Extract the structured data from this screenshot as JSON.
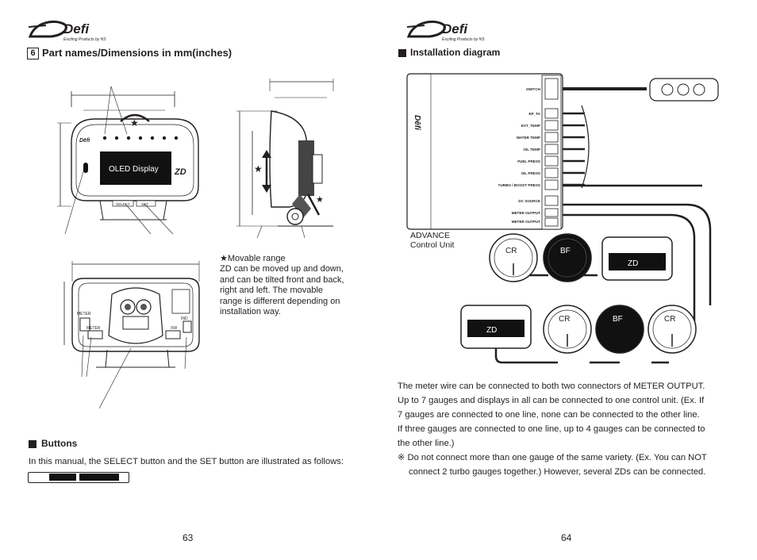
{
  "left_page": {
    "logo_text": "Defi",
    "logo_tagline": "Exciting Products by NS",
    "section_number": "6",
    "section_title": "Part names/Dimensions in mm(inches)",
    "oled_label": "OLED  Display",
    "zd_mark": "ZD",
    "select_label": "SELECT",
    "set_label": "SET",
    "meter_label_1": "METER",
    "meter_label_2": "METER",
    "ind_label": "IND",
    "xw_label": "XW",
    "movable_note": [
      "★Movable range",
      "ZD can be moved up and down,",
      "and can be tilted front and back,",
      "right and left.  The movable",
      "range is different depending on",
      "installation way."
    ],
    "buttons_title": "Buttons",
    "buttons_text": "In this manual, the SELECT button and the SET button are illustrated as follows:",
    "page_number": "63"
  },
  "right_page": {
    "logo_text": "Defi",
    "logo_tagline": "Exciting Products by NS",
    "section_title": "Installation diagram",
    "unit_name": "ADVANCE",
    "unit_sub": "Control  Unit",
    "unit_ports": [
      "SWITCH",
      "EP_TA",
      "EXT_TEMP",
      "WATER TEMP",
      "OIL TEMP",
      "FUEL PRESS",
      "OIL PRESS",
      "TURBO / BOOST PRESS",
      "DC SOURCE",
      "METER OUTPUT",
      "METER OUTPUT"
    ],
    "gauges_row1": [
      "CR",
      "BF",
      "ZD"
    ],
    "gauges_row2": [
      "ZD",
      "CR",
      "BF",
      "CR"
    ],
    "paragraph": [
      "The meter wire can be connected to both two connectors of METER OUTPUT.",
      "Up to 7 gauges and displays in all can be connected to one control unit.  (Ex. If",
      "7 gauges are connected to one line, none can be connected to the other line.",
      "If three gauges are connected to one line, up to 4 gauges can be connected to",
      "the other line.)"
    ],
    "note_mark": "※",
    "note_line1": "Do not connect more than one gauge of the same variety.  (Ex. You can NOT",
    "note_line2": "connect 2 turbo gauges together.)  However, several ZDs can be connected.",
    "page_number": "64"
  }
}
